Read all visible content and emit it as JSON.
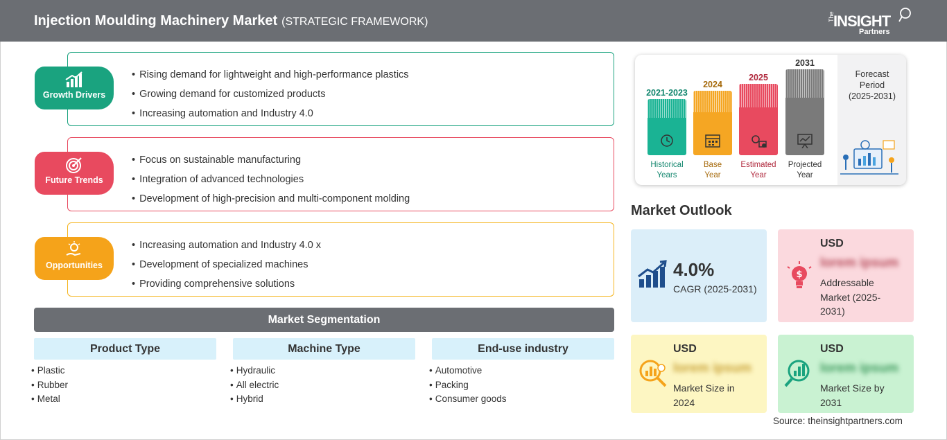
{
  "header": {
    "title": "Injection Moulding Machinery Market",
    "subtitle": "(STRATEGIC FRAMEWORK)",
    "logo_the": "The",
    "logo_main": "INSIGHT",
    "logo_partners": "Partners"
  },
  "framework": {
    "growth_drivers": {
      "label": "Growth Drivers",
      "color": "#1aa37f",
      "items": [
        "Rising demand for lightweight and high-performance plastics",
        "Growing demand for customized products",
        "Increasing automation and Industry 4.0"
      ]
    },
    "future_trends": {
      "label": "Future Trends",
      "color": "#e84a5f",
      "items": [
        "Focus on sustainable manufacturing",
        "Integration of advanced technologies",
        "Development of high-precision and multi-component molding"
      ]
    },
    "opportunities": {
      "label": "Opportunities",
      "color": "#f5a31a",
      "items": [
        "Increasing automation and Industry 4.0 x",
        "Development of specialized machines",
        "Providing comprehensive solutions"
      ]
    }
  },
  "segmentation": {
    "title": "Market Segmentation",
    "columns": [
      {
        "header": "Product Type",
        "items": [
          "Plastic",
          "Rubber",
          "Metal"
        ]
      },
      {
        "header": "Machine Type",
        "items": [
          "Hydraulic",
          "All electric",
          "Hybrid"
        ]
      },
      {
        "header": "End-use industry",
        "items": [
          "Automotive",
          "Packing",
          "Consumer goods"
        ]
      }
    ]
  },
  "timeline": {
    "periods": [
      {
        "year": "2021-2023",
        "caption_1": "Historical",
        "caption_2": "Years",
        "color": "#1ab394",
        "text_color": "#14876f"
      },
      {
        "year": "2024",
        "caption_1": "Base",
        "caption_2": "Year",
        "color": "#f5a623",
        "text_color": "#a66a0c"
      },
      {
        "year": "2025",
        "caption_1": "Estimated",
        "caption_2": "Year",
        "color": "#e84a5f",
        "text_color": "#b02a3e"
      },
      {
        "year": "2031",
        "caption_1": "Projected",
        "caption_2": "Year",
        "color": "#7a7a7a",
        "text_color": "#333333"
      }
    ],
    "forecast_label_1": "Forecast",
    "forecast_label_2": "Period",
    "forecast_period": "(2025-2031)"
  },
  "outlook": {
    "title": "Market Outlook",
    "cagr": {
      "value": "4.0%",
      "caption": "CAGR (2025-2031)",
      "bg": "#dbeef9"
    },
    "addressable": {
      "currency": "USD",
      "value": "lorem ipsum",
      "caption_1": "Addressable",
      "caption_2": "Market (2025-",
      "caption_3": "2031)",
      "bg": "#fbd9de"
    },
    "size_2024": {
      "currency": "USD",
      "value": "lorem ipsum",
      "caption_1": "Market Size in",
      "caption_2": "2024",
      "bg": "#fdf6c2"
    },
    "size_2031": {
      "currency": "USD",
      "value": "lorem ipsum",
      "caption_1": "Market Size by",
      "caption_2": "2031",
      "bg": "#c9f2d2"
    }
  },
  "source": "Source: theinsightpartners.com"
}
